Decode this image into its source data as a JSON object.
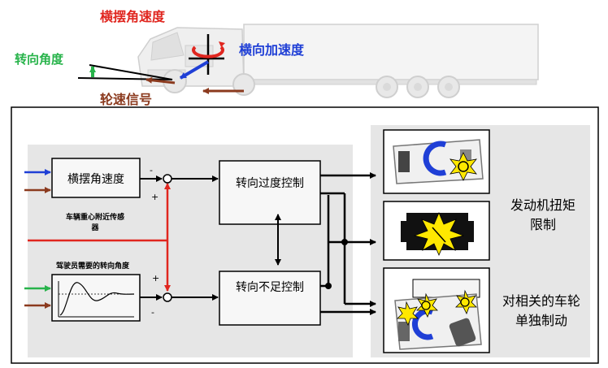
{
  "labels": {
    "yaw_rate_top": "横摆角速度",
    "lateral_accel": "横向加速度",
    "steering_angle_top": "转向角度",
    "wheel_speed": "轮速信号",
    "yaw_rate_box": "横摆角速度",
    "sensor_caption_1": "车辆重心附近传感",
    "sensor_caption_2": "器",
    "driver_caption": "驾驶员需要的转向角度",
    "oversteer": "转向过度控制",
    "understeer": "转向不足控制",
    "engine_torque_1": "发动机扭矩",
    "engine_torque_2": "限制",
    "wheel_brake_1": "对相关的车轮",
    "wheel_brake_2": "单独制动",
    "minus": "-",
    "plus": "+"
  },
  "colors": {
    "red": "#e0261f",
    "green": "#27b34a",
    "blue": "#1f3fd6",
    "brown": "#8b3a1e",
    "panel": "#e6e6e6"
  }
}
